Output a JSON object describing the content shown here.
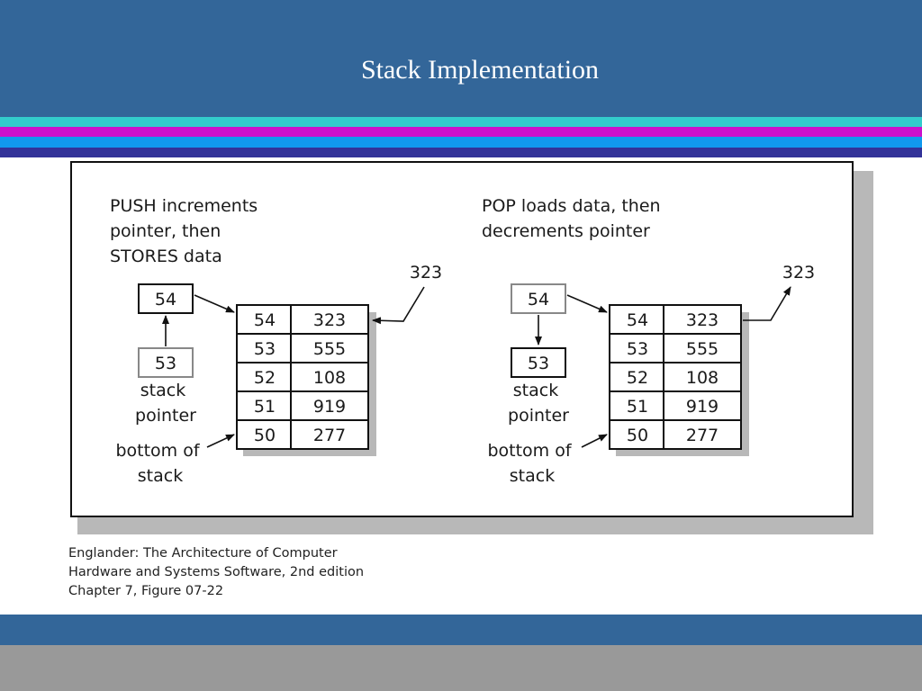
{
  "slide": {
    "title": "Stack Implementation"
  },
  "push_panel": {
    "heading": [
      "PUSH increments",
      "pointer, then",
      "STORES data"
    ],
    "pointer_old": "54",
    "pointer_new": "53",
    "pointer_label": [
      "stack",
      "pointer"
    ],
    "bottom_label": [
      "bottom of",
      "stack"
    ],
    "incoming_value": "323",
    "table": [
      {
        "address": "54",
        "value": "323"
      },
      {
        "address": "53",
        "value": "555"
      },
      {
        "address": "52",
        "value": "108"
      },
      {
        "address": "51",
        "value": "919"
      },
      {
        "address": "50",
        "value": "277"
      }
    ]
  },
  "pop_panel": {
    "heading": [
      "POP loads data, then",
      "decrements pointer"
    ],
    "pointer_old": "54",
    "pointer_new": "53",
    "pointer_label": [
      "stack",
      "pointer"
    ],
    "bottom_label": [
      "bottom of",
      "stack"
    ],
    "outgoing_value": "323",
    "table": [
      {
        "address": "54",
        "value": "323"
      },
      {
        "address": "53",
        "value": "555"
      },
      {
        "address": "52",
        "value": "108"
      },
      {
        "address": "51",
        "value": "919"
      },
      {
        "address": "50",
        "value": "277"
      }
    ]
  },
  "caption": {
    "lines": [
      "Englander: The Architecture of Computer",
      "Hardware and Systems Software, 2nd edition",
      "Chapter 7, Figure 07-22"
    ]
  },
  "colors": {
    "header": "#336699",
    "stripe_cyan": "#33cccc",
    "stripe_magenta": "#cc11cc",
    "stripe_blue": "#1199ee",
    "stripe_navy": "#333399",
    "footer_gray": "#999999"
  }
}
